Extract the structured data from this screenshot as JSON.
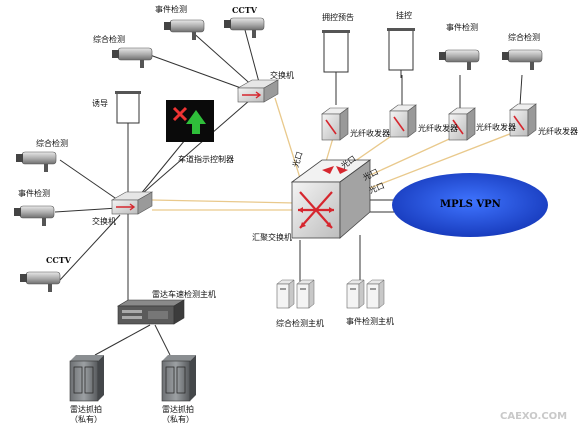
{
  "labels": {
    "event_detect_top": "事件检测",
    "cctv_top": "CCTV",
    "combo_detect_left_top": "综合检测",
    "switch_top": "交换机",
    "guide": "诱导",
    "lane_indicator": "车道指示控制器",
    "combo_detect_left": "综合检测",
    "event_detect_left": "事件检测",
    "switch_left": "交换机",
    "cctv_left": "CCTV",
    "radar_host": "雷达车速检测主机",
    "radar_capture_1": "雷达抓拍\n（私有）",
    "radar_capture_2": "雷达抓拍\n（私有）",
    "congestion_warning": "拥控预告",
    "dome_control": "挂控",
    "event_detect_right": "事件检测",
    "combo_detect_right": "综合检测",
    "transceiver_1": "光纤收发器",
    "transceiver_2": "光纤收发器",
    "transceiver_3": "光纤收发器",
    "transceiver_4": "光纤收发器",
    "optical_port_1": "光口",
    "optical_port_2": "光口",
    "optical_port_3": "光口",
    "optical_port_4": "光口",
    "aggregation_switch": "汇聚交换机",
    "mpls_vpn": "MPLS VPN",
    "combo_host": "综合检测主机",
    "event_host": "事件检测主机"
  },
  "watermark": "CAEXO.COM",
  "colors": {
    "mpls_fill": "#1f4fd6",
    "link_line": "#e9c98c",
    "dark_line": "#333333",
    "switch_arrow": "#d6262e"
  }
}
